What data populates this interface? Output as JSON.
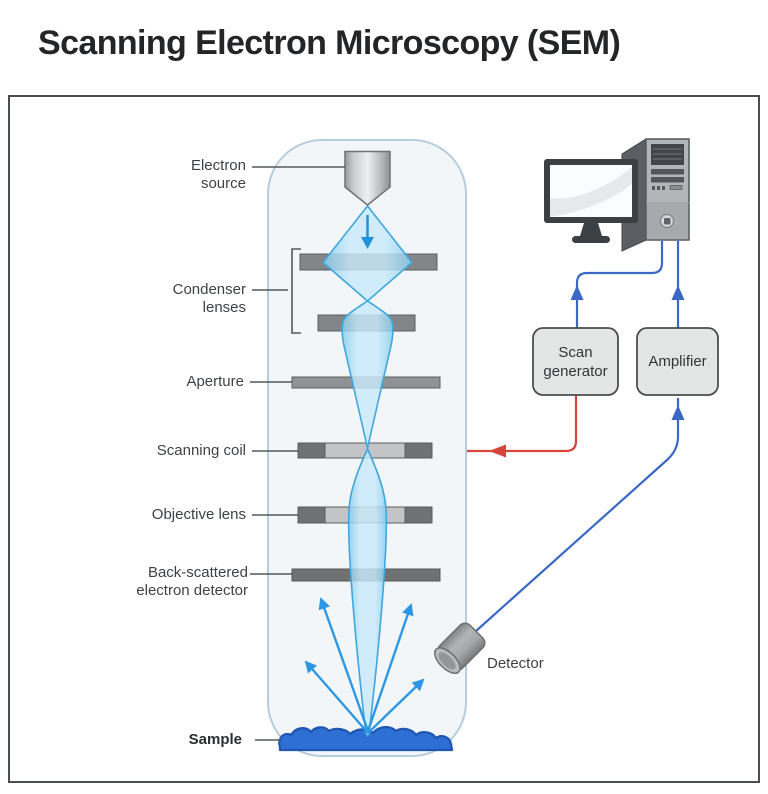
{
  "title": "Scanning Electron Microscopy (SEM)",
  "labels": {
    "electron_source": "Electron\nsource",
    "condenser_lenses": "Condenser\nlenses",
    "aperture": "Aperture",
    "scanning_coil": "Scanning coil",
    "objective_lens": "Objective lens",
    "bse_detector": "Back-scattered\nelectron detector",
    "sample": "Sample",
    "detector": "Detector"
  },
  "boxes": {
    "scan_generator": "Scan\ngenerator",
    "amplifier": "Amplifier"
  },
  "icons": [
    "electron-source-icon",
    "monitor-icon",
    "computer-tower-icon",
    "detector-icon"
  ],
  "colors": {
    "beam_fill": "#9ed7f1",
    "beam_edge": "#3fa7dd",
    "beam_arrow": "#2191dc",
    "scatter_arrow_blue": "#2d97e5",
    "signal_line_blue": "#3a68c4",
    "scan_line_red": "#d6453c",
    "sample_blue": "#2e6fd4",
    "sample_outline": "#1d55b0",
    "lens_dark_gray": "#6f7173",
    "lens_mid_gray": "#838688",
    "lens_light_gray": "#c2c4c5",
    "column_fill": "#f3f6f8",
    "column_stroke": "#b5cddc",
    "box_fill": "#e4e5e5",
    "box_stroke": "#4a4d4f",
    "panel_border": "#4b4e50",
    "label_text": "#3f4245",
    "title_text": "#232527"
  }
}
